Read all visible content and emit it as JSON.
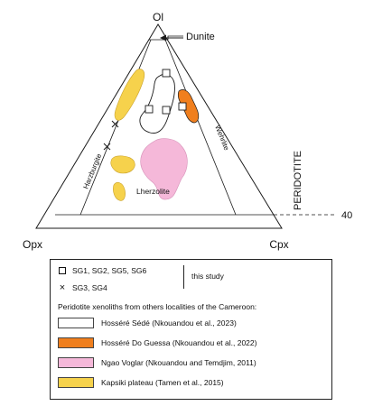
{
  "diagram": {
    "apex_top": "Ol",
    "apex_left": "Opx",
    "apex_right": "Cpx",
    "dunite_label": "Dunite",
    "harzburgite_label": "Harzburgite",
    "wehrlite_label": "Wehrlite",
    "lherzolite_label": "Lherzolite",
    "peridotite_label": "PERIDOTITE",
    "level_40_label": "40"
  },
  "legend": {
    "sg_square_label": "SG1, SG2, SG5, SG6",
    "sg_cross_label": "SG3, SG4",
    "this_study_label": "this study",
    "xenoliths_title": "Peridotite xenoliths from others localities of the Cameroon:",
    "entries": [
      {
        "label": "Hosséré Sédé (Nkouandou et al., 2023)",
        "color": "#ffffff"
      },
      {
        "label": "Hosséré Do Guessa (Nkouandou et al., 2022)",
        "color": "#f07f1e"
      },
      {
        "label": "Ngao Voglar (Nkouandou and Temdjim, 2011)",
        "color": "#f5b8d9"
      },
      {
        "label": "Kapsiki plateau (Tamen et al., 2015)",
        "color": "#f6d24c"
      }
    ]
  },
  "colors": {
    "hossere_sede_fill": "#ffffff",
    "do_guessa_fill": "#f07f1e",
    "ngao_voglar_fill": "#f5b8d9",
    "kapsiki_fill": "#f6d24c",
    "line": "#1a1a1a"
  }
}
